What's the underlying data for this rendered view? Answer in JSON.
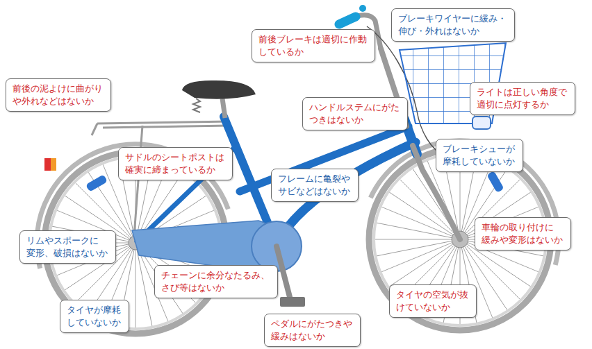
{
  "diagram": {
    "nodes": [
      {
        "text": [
          "ブレーキワイヤーに緩み・ 伸び・外れはないか"
        ]
      },
      {
        "text": [
          "前後ブレーキは適切に作動 しているか"
        ]
      },
      {
        "text": [
          "前後の泥よけに曲がり や外れなどはないか"
        ]
      },
      {
        "text": [
          "ライトは正しい角度で 適切に点灯するか"
        ]
      },
      {
        "text": [
          "ハンドルステムにがた つきはないか"
        ]
      },
      {
        "text": [
          "ブレーキシューが 摩耗していないか"
        ]
      },
      {
        "text": [
          "サドルのシートポストは 確実に締まっているか"
        ]
      },
      {
        "text": [
          "フレームに亀裂や サビなどはないか"
        ]
      },
      {
        "text": [
          "車輪の取り付けに 緩みや変形はないか"
        ]
      },
      {
        "text": [
          "リムやスポークに 変形、破損はないか"
        ]
      },
      {
        "text": [
          "チェーンに余分なたるみ、 さび等はないか"
        ]
      },
      {
        "text": [
          "タイヤの空気が抜 けていないか"
        ]
      },
      {
        "text": [
          "タイヤが摩耗 していないか"
        ]
      },
      {
        "text": [
          "ペダルにがたつきや 緩みはないか"
        ]
      }
    ]
  }
}
